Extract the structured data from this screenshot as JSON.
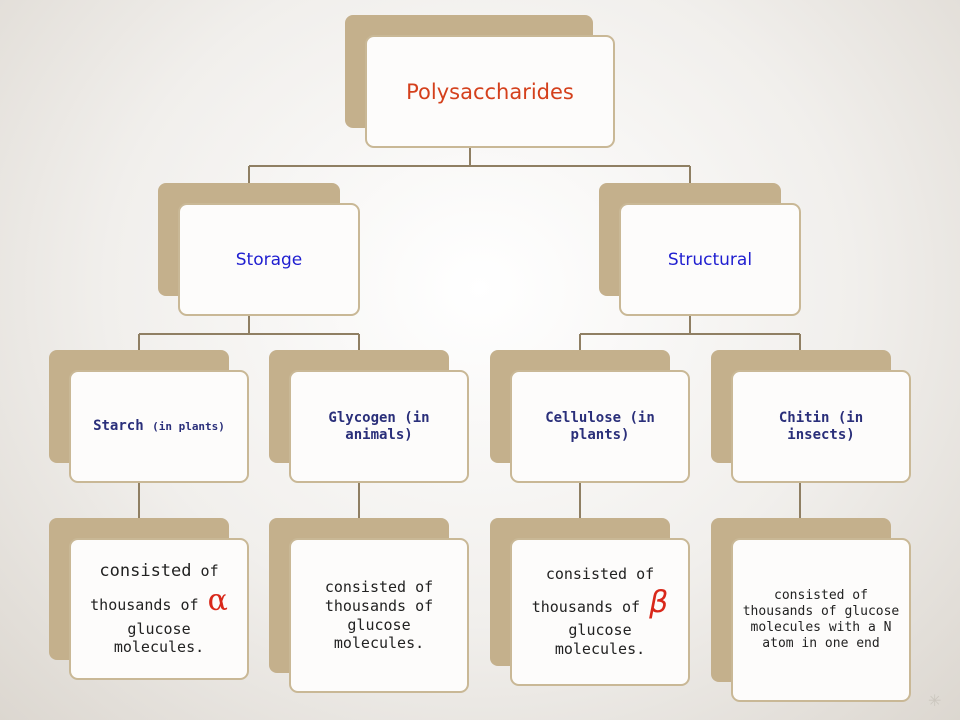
{
  "root": {
    "label": "Polysaccharides"
  },
  "storage": {
    "label": "Storage",
    "starch": {
      "name": "Starch",
      "qualifier": "(in plants)",
      "desc": {
        "p1": "consisted",
        "p2": "of",
        "p3": "thousands of",
        "greek": "α",
        "p4": "glucose molecules."
      }
    },
    "glycogen": {
      "label": "Glycogen (in animals)",
      "desc": "consisted of thousands of glucose molecules."
    }
  },
  "structural": {
    "label": "Structural",
    "cellulose": {
      "label": "Cellulose (in plants)",
      "desc": {
        "p1": "consisted of",
        "p2": "thousands of",
        "greek": "β",
        "p3": "glucose molecules."
      }
    },
    "chitin": {
      "label": "Chitin (in insects)",
      "desc": "consisted of thousands of glucose molecules with a N atom in one end"
    }
  }
}
